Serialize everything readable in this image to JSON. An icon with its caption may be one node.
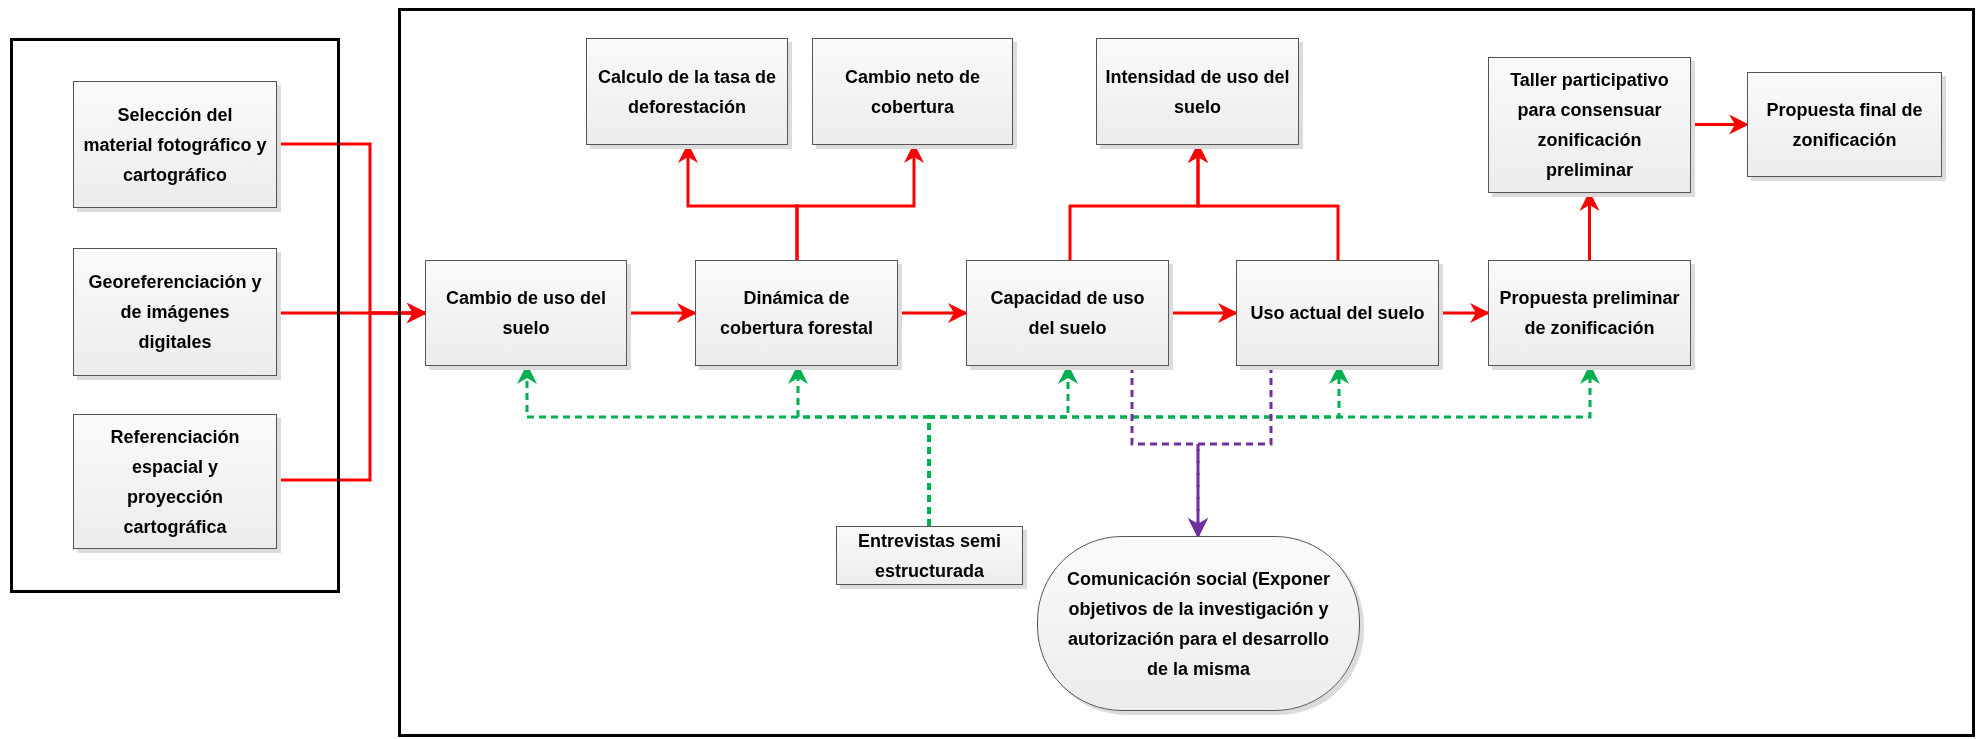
{
  "diagram": {
    "nodes": [
      {
        "text": [],
        "shape": "box"
      },
      {
        "text": [
          "Selección del material fotográfico y cartográfico"
        ],
        "in": 0
      },
      {
        "text": [
          "Georeferenciación y de imágenes digitales"
        ],
        "in": 0
      },
      {
        "text": [
          "Referenciación espacial y proyección cartográfica"
        ],
        "in": 0
      },
      {
        "text": [],
        "shape": "box"
      },
      {
        "text": [
          "Calculo de la tasa de deforestación"
        ],
        "in": 4
      },
      {
        "text": [
          "Cambio neto de cobertura"
        ],
        "in": 4
      },
      {
        "text": [
          "Intensidad de uso del suelo"
        ],
        "in": 4
      },
      {
        "text": [
          "Taller participativo para consensuar zonificación preliminar"
        ],
        "in": 4
      },
      {
        "text": [
          "Propuesta final de zonificación"
        ],
        "in": 4
      },
      {
        "text": [
          "Cambio de uso del suelo"
        ],
        "in": 4
      },
      {
        "text": [
          "Dinámica de cobertura forestal"
        ],
        "in": 4
      },
      {
        "text": [
          "Capacidad de uso del suelo"
        ],
        "in": 4
      },
      {
        "text": [
          "Uso actual del suelo"
        ],
        "in": 4
      },
      {
        "text": [
          "Propuesta preliminar de zonificación"
        ],
        "in": 4
      },
      {
        "text": [
          "Entrevistas semi estructurada"
        ],
        "in": 4
      },
      {
        "text": [
          "Comunicación social (Exponer objetivos de la investigación y autorización para el desarrollo de la misma"
        ],
        "in": 4
      }
    ],
    "edges": [
      {
        "from": 1,
        "to": 10,
        "arrow": "to"
      },
      {
        "from": 2,
        "to": 10,
        "arrow": "to"
      },
      {
        "from": 3,
        "to": 10,
        "arrow": "to"
      },
      {
        "from": 10,
        "to": 11,
        "arrow": "to"
      },
      {
        "from": 11,
        "to": 5,
        "arrow": "to"
      },
      {
        "from": 11,
        "to": 6,
        "arrow": "to"
      },
      {
        "from": 11,
        "to": 12,
        "arrow": "to"
      },
      {
        "from": 12,
        "to": 13,
        "arrow": "to"
      },
      {
        "from": 12,
        "to": 7,
        "arrow": "to"
      },
      {
        "from": 13,
        "to": 7,
        "arrow": "to"
      },
      {
        "from": 13,
        "to": 14,
        "arrow": "to"
      },
      {
        "from": 14,
        "to": 8,
        "arrow": "to"
      },
      {
        "from": 8,
        "to": 9,
        "arrow": "to"
      },
      {
        "from": 15,
        "to": 10,
        "arrow": "to",
        "style": "dashed",
        "color": "#00b050"
      },
      {
        "from": 15,
        "to": 11,
        "arrow": "to",
        "style": "dashed",
        "color": "#00b050"
      },
      {
        "from": 15,
        "to": 12,
        "arrow": "to",
        "style": "dashed",
        "color": "#00b050"
      },
      {
        "from": 15,
        "to": 13,
        "arrow": "to",
        "style": "dashed",
        "color": "#00b050"
      },
      {
        "from": 15,
        "to": 14,
        "arrow": "to",
        "style": "dashed",
        "color": "#00b050"
      },
      {
        "from": 12,
        "to": 16,
        "arrow": "to",
        "style": "dashed",
        "color": "#7030a0"
      },
      {
        "from": 13,
        "to": 16,
        "arrow": "to",
        "style": "dashed",
        "color": "#7030a0"
      }
    ]
  }
}
